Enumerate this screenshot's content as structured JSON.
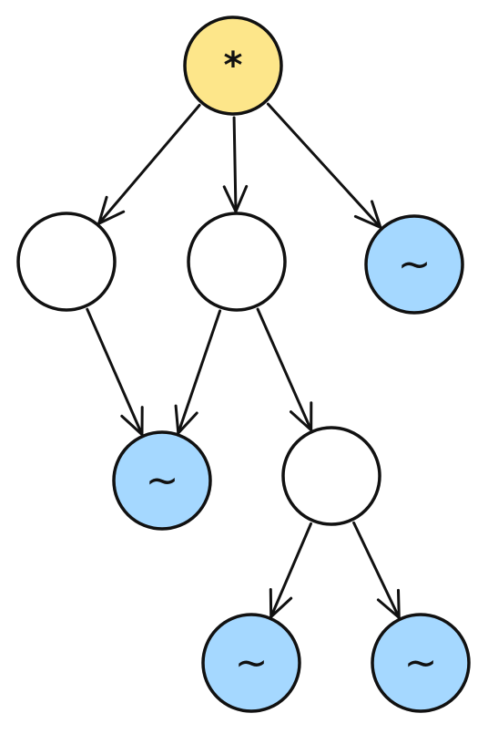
{
  "colors": {
    "root_fill": "#FDE68A",
    "leaf_fill": "#A5D8FF",
    "internal_fill": "#FFFFFF",
    "stroke": "#111111"
  },
  "nodes": [
    {
      "id": "root",
      "kind": "root",
      "symbol": "*"
    },
    {
      "id": "left",
      "kind": "internal",
      "symbol": ""
    },
    {
      "id": "middle",
      "kind": "internal",
      "symbol": ""
    },
    {
      "id": "right-leaf",
      "kind": "leaf",
      "symbol": "~"
    },
    {
      "id": "shared-leaf",
      "kind": "leaf",
      "symbol": "~"
    },
    {
      "id": "lower-internal",
      "kind": "internal",
      "symbol": ""
    },
    {
      "id": "bottom-left-leaf",
      "kind": "leaf",
      "symbol": "~"
    },
    {
      "id": "bottom-right-leaf",
      "kind": "leaf",
      "symbol": "~"
    }
  ],
  "edges": [
    {
      "from": "root",
      "to": "left"
    },
    {
      "from": "root",
      "to": "middle"
    },
    {
      "from": "root",
      "to": "right-leaf"
    },
    {
      "from": "left",
      "to": "shared-leaf"
    },
    {
      "from": "middle",
      "to": "shared-leaf"
    },
    {
      "from": "middle",
      "to": "lower-internal"
    },
    {
      "from": "lower-internal",
      "to": "bottom-left-leaf"
    },
    {
      "from": "lower-internal",
      "to": "bottom-right-leaf"
    }
  ]
}
